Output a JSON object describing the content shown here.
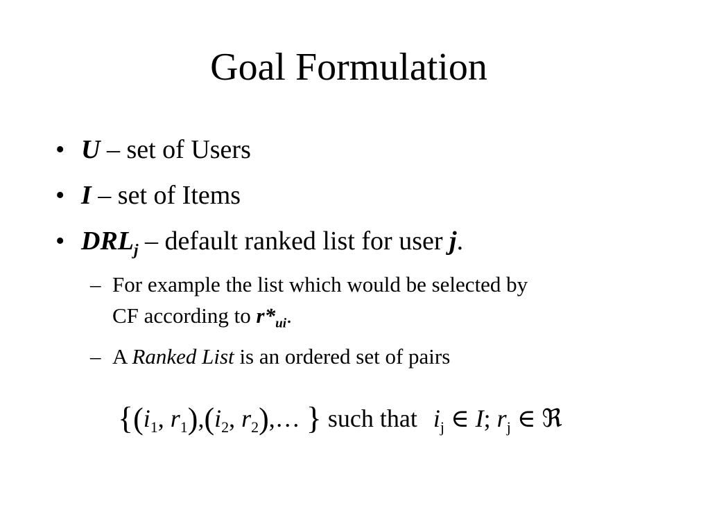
{
  "slide": {
    "title": "Goal Formulation",
    "bullets": [
      {
        "marker": "•",
        "symbol": "U",
        "rest": " – set of Users"
      },
      {
        "marker": "•",
        "symbol": "I",
        "rest": " – set of Items"
      },
      {
        "marker": "•",
        "symbol": "DRL",
        "subscript": "j",
        "rest": " – default ranked list for user ",
        "symbol2": "j",
        "end": "."
      }
    ],
    "subbullets": [
      {
        "marker": "–",
        "line1": "For example the list which would be selected by",
        "line2": "CF according to ",
        "symbol": "r*",
        "subscript": "ui",
        "end": "."
      },
      {
        "marker": "–",
        "pre": "A ",
        "italic": "Ranked List",
        "post": " is an ordered set of  pairs"
      }
    ],
    "formula": {
      "open_brace": "{",
      "open_paren": "(",
      "i": "i",
      "one": "1",
      "comma": ",",
      "r": "r",
      "close_paren": ")",
      "two": "2",
      "ellipsis": "…",
      "close_brace": "}",
      "such_that": "such that",
      "j": "j",
      "element_of": "∈",
      "set_I": "I",
      "semicolon": ";",
      "reals": "ℜ"
    }
  }
}
